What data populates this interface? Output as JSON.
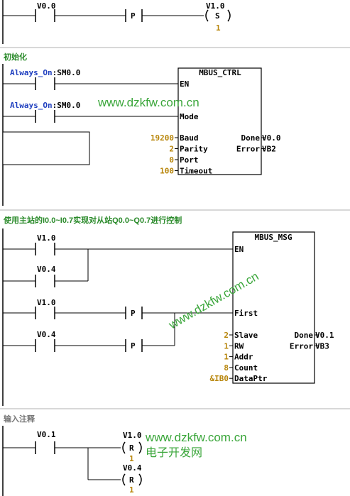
{
  "networks": [
    {
      "id": "n1",
      "comment": ""
    },
    {
      "id": "n2",
      "comment": "初始化"
    },
    {
      "id": "n3",
      "comment": "使用主站的I0.0~I0.7实现对从站Q0.0~Q0.7进行控制"
    },
    {
      "id": "n4",
      "comment": "输入注释"
    }
  ],
  "contacts": {
    "n1_v00": "V0.0",
    "n2_sm1_name": "Always_On",
    "n2_sm1_addr": ":SM0.0",
    "n2_sm2_name": "Always_On",
    "n2_sm2_addr": ":SM0.0",
    "n3_v10a": "V1.0",
    "n3_v04a": "V0.4",
    "n3_v10b": "V1.0",
    "n3_v04b": "V0.4",
    "n4_v01": "V0.1"
  },
  "edge_label": "P",
  "coils": {
    "n1_set": {
      "addr": "V1.0",
      "type": "S",
      "count": "1"
    },
    "n4_reset1": {
      "addr": "V1.0",
      "type": "R",
      "count": "1"
    },
    "n4_reset2": {
      "addr": "V0.4",
      "type": "R",
      "count": "1"
    }
  },
  "mbus_ctrl": {
    "title": "MBUS_CTRL",
    "en": "EN",
    "mode": "Mode",
    "inputs": [
      {
        "value": "19200",
        "pin": "Baud"
      },
      {
        "value": "2",
        "pin": "Parity"
      },
      {
        "value": "0",
        "pin": "Port"
      },
      {
        "value": "100",
        "pin": "Timeout"
      }
    ],
    "outputs": [
      {
        "pin": "Done",
        "value": "V0.0"
      },
      {
        "pin": "Error",
        "value": "VB2"
      }
    ]
  },
  "mbus_msg": {
    "title": "MBUS_MSG",
    "en": "EN",
    "first": "First",
    "inputs": [
      {
        "value": "2",
        "pin": "Slave"
      },
      {
        "value": "1",
        "pin": "RW"
      },
      {
        "value": "1",
        "pin": "Addr"
      },
      {
        "value": "8",
        "pin": "Count"
      },
      {
        "value": "&IB0",
        "pin": "DataPtr"
      }
    ],
    "outputs": [
      {
        "pin": "Done",
        "value": "V0.1"
      },
      {
        "pin": "Error",
        "value": "VB3"
      }
    ]
  },
  "watermarks": {
    "url": "www.dzkfw.com.cn",
    "site_name": "电子开发网"
  },
  "colors": {
    "wire": "#000000",
    "symbol_blue": "#1f3fbf",
    "comment_green": "#2a8a2a",
    "comment_gray": "#777777",
    "watermark": "#3aa63a",
    "separator": "#b0b0b0"
  }
}
